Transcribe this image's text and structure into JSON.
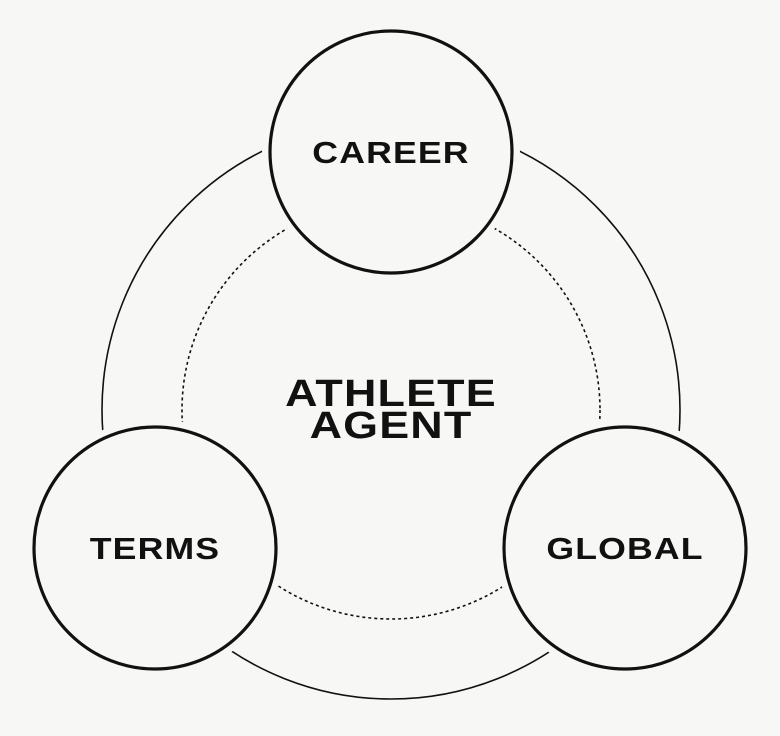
{
  "center": {
    "line1": "ATHLETE",
    "line2": "AGENT"
  },
  "nodes": {
    "top": "CAREER",
    "left": "TERMS",
    "right": "GLOBAL"
  },
  "colors": {
    "background": "#f7f7f5",
    "stroke": "#111111"
  }
}
